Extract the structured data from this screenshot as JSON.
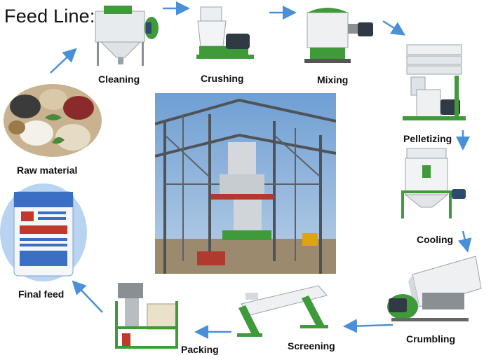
{
  "title": "Feed Line:",
  "stages": {
    "cleaning": "Cleaning",
    "crushing": "Crushing",
    "mixing": "Mixing",
    "pelletizing": "Pelletizing",
    "cooling": "Cooling",
    "crumbling": "Crumbling",
    "screening": "Screening",
    "packing": "Packing",
    "final_feed": "Final feed",
    "raw_material": "Raw material"
  },
  "colors": {
    "arrow": "#4a90d9",
    "machine_green": "#3f9a3a",
    "machine_white": "#eef0f2",
    "bag_blue": "#3a6fc4",
    "sky": "#7fa9d6"
  }
}
